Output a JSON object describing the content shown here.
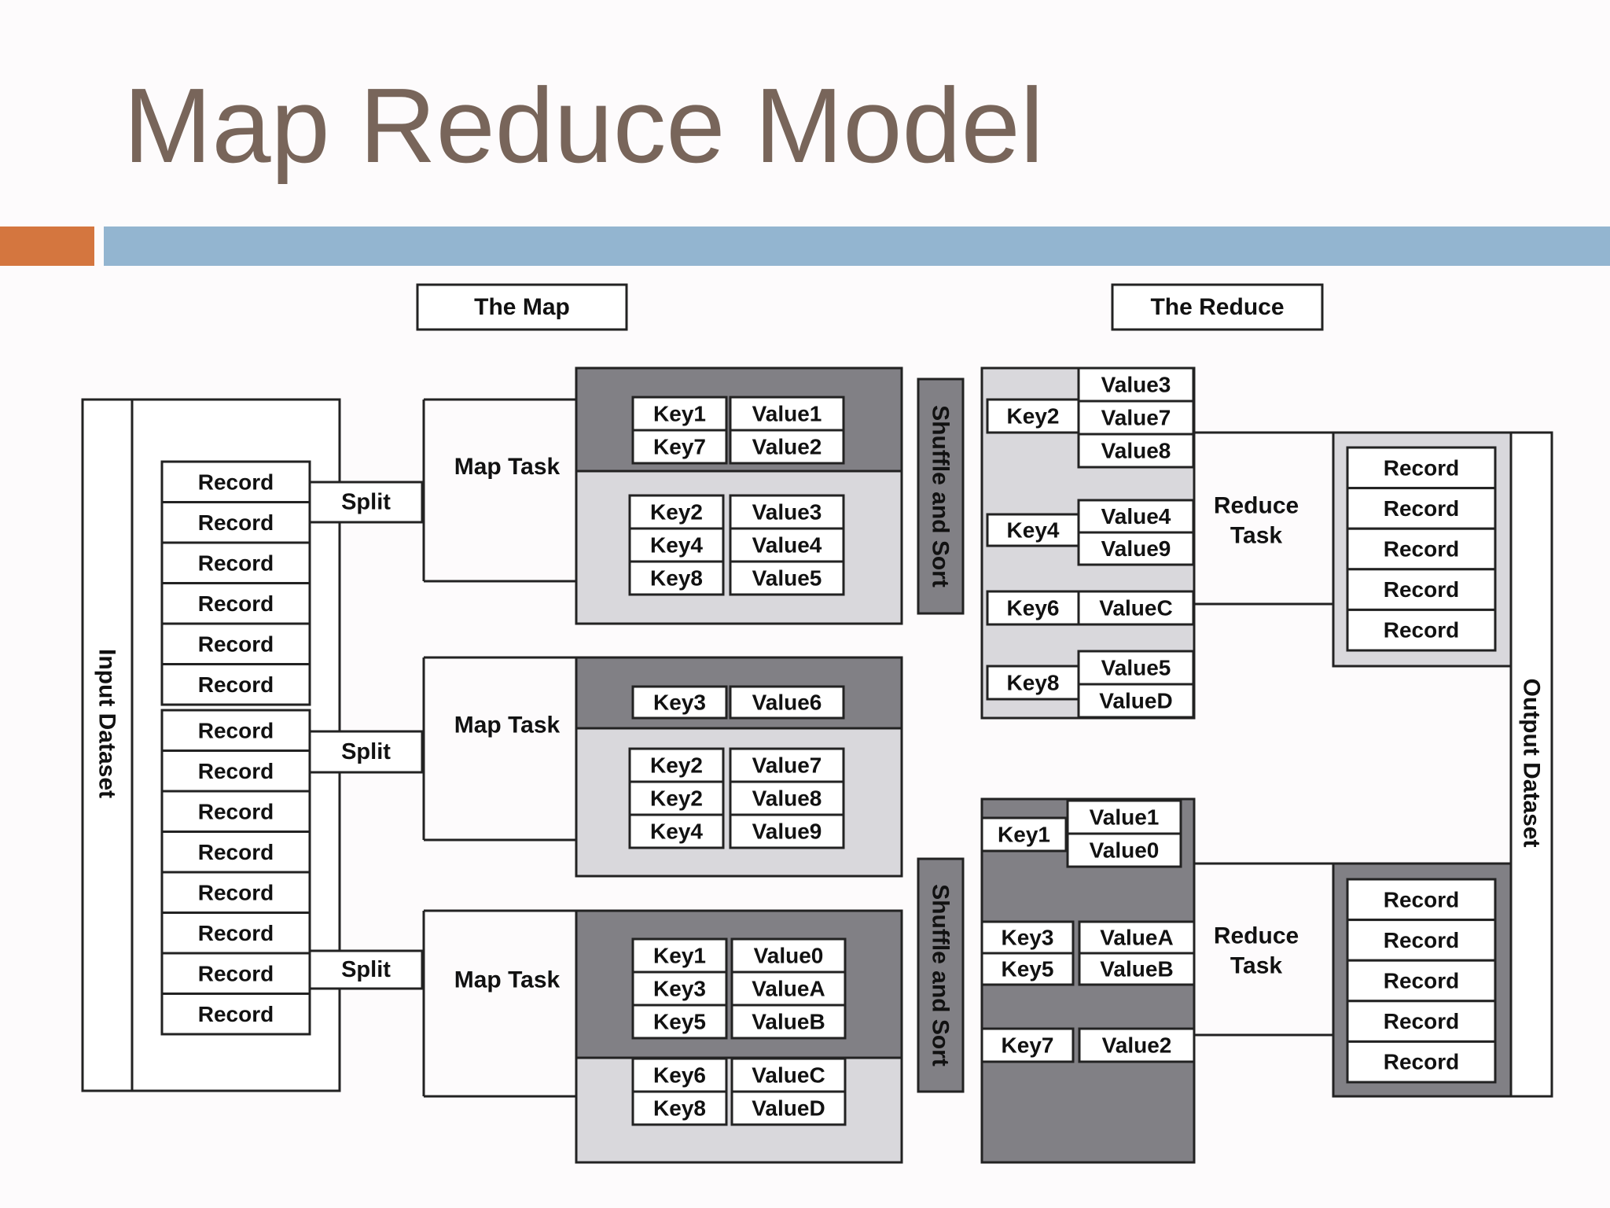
{
  "title": "Map Reduce Model",
  "colors": {
    "title": "#78655a",
    "accent_orange": "#d4763f",
    "accent_blue": "#93b5d0",
    "light_gray": "#d9d8dc",
    "dark_gray": "#818085",
    "white": "#ffffff",
    "line": "#222222"
  },
  "diagram": {
    "the_map_label": "The Map",
    "the_reduce_label": "The Reduce",
    "input_dataset_label": "Input Dataset",
    "output_dataset_label": "Output Dataset",
    "record_label": "Record",
    "split_label": "Split",
    "map_task_label": "Map Task",
    "reduce_task_label": [
      "Reduce",
      "Task"
    ],
    "shuffle_label": "Shuffle and Sort",
    "map_outputs": [
      {
        "groups": [
          {
            "pairs": [
              [
                "Key1",
                "Value1"
              ],
              [
                "Key7",
                "Value2"
              ]
            ]
          },
          {
            "pairs": [
              [
                "Key2",
                "Value3"
              ],
              [
                "Key4",
                "Value4"
              ],
              [
                "Key8",
                "Value5"
              ]
            ]
          }
        ]
      },
      {
        "groups": [
          {
            "pairs": [
              [
                "Key3",
                "Value6"
              ]
            ]
          },
          {
            "pairs": [
              [
                "Key2",
                "Value7"
              ],
              [
                "Key2",
                "Value8"
              ],
              [
                "Key4",
                "Value9"
              ]
            ]
          }
        ]
      },
      {
        "groups": [
          {
            "pairs": [
              [
                "Key1",
                "Value0"
              ],
              [
                "Key3",
                "ValueA"
              ],
              [
                "Key5",
                "ValueB"
              ]
            ]
          },
          {
            "pairs": [
              [
                "Key6",
                "ValueC"
              ],
              [
                "Key8",
                "ValueD"
              ]
            ]
          }
        ]
      }
    ],
    "reduce_inputs": [
      {
        "groups": [
          {
            "key": "Key2",
            "values": [
              "Value3",
              "Value7",
              "Value8"
            ]
          },
          {
            "key": "Key4",
            "values": [
              "Value4",
              "Value9"
            ]
          },
          {
            "key": "Key6",
            "values": [
              "ValueC"
            ]
          },
          {
            "key": "Key8",
            "values": [
              "Value5",
              "ValueD"
            ]
          }
        ]
      },
      {
        "groups": [
          {
            "key": "Key1",
            "values": [
              "Value1",
              "Value0"
            ]
          },
          {
            "key": "Key3",
            "values": [
              "ValueA"
            ]
          },
          {
            "key": "Key5",
            "values": [
              "ValueB"
            ]
          },
          {
            "key": "Key7",
            "values": [
              "Value2"
            ]
          }
        ]
      }
    ]
  }
}
